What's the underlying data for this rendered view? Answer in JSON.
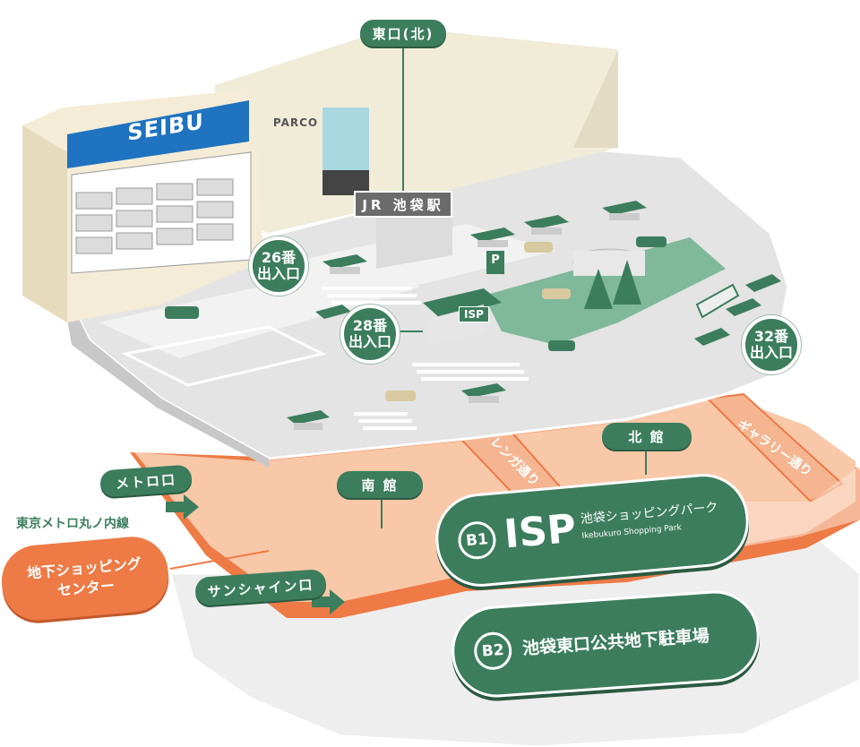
{
  "labels": {
    "east_north": "東口(北)",
    "seibu": "SEIBU",
    "parco": "PARCO",
    "jr_station": "JR 池袋駅",
    "exit_26_line1": "26番",
    "exit_26_line2": "出入口",
    "exit_28_line1": "28番",
    "exit_28_line2": "出入口",
    "exit_32_line1": "32番",
    "exit_32_line2": "出入口",
    "isp_sign": "ISP",
    "parking_sign": "P",
    "metro": "メトロ口",
    "marunouchi": "東京メトロ丸ノ内線",
    "underground_line1": "地下ショッピング",
    "underground_line2": "センター",
    "sunshine": "サンシャイン口",
    "south_wing": "南 館",
    "north_wing": "北 館",
    "b1_badge": "B1",
    "b1_title": "ISP",
    "b1_name": "池袋ショッピングパーク",
    "b1_romaji": "Ikebukuro Shopping Park",
    "b2_badge": "B2",
    "b2_name": "池袋東口公共地下駐車場",
    "corridor_1": "レンガ通り",
    "corridor_2": "ギャラリー通り"
  },
  "colors": {
    "green": "#3c7d5d",
    "dark_green": "#2a5a42",
    "orange": "#ee7a45",
    "salmon": "#f8c8a8",
    "peach": "#fbe0d0",
    "grey_floor": "#e4e4e4",
    "seibu_blue": "#1f73c0"
  }
}
